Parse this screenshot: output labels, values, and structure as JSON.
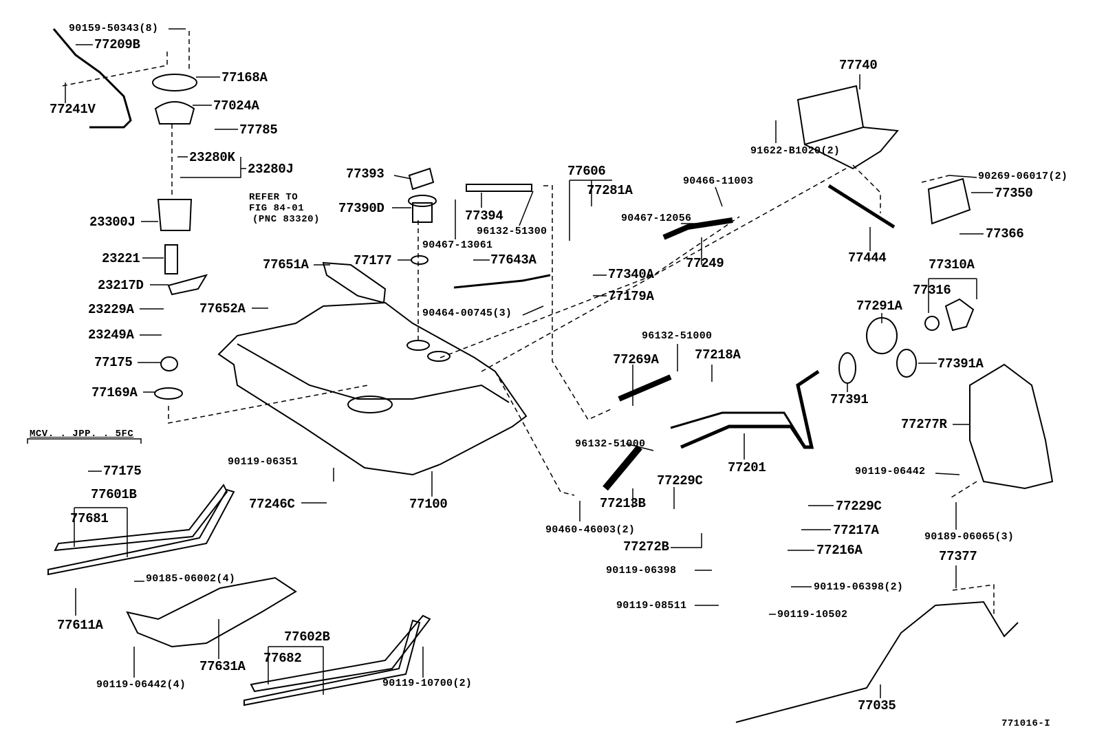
{
  "callouts": [
    {
      "text": "90159-50343(8)"
    },
    {
      "text": "77209B"
    },
    {
      "text": "77168A"
    },
    {
      "text": "77241V"
    },
    {
      "text": "77024A"
    },
    {
      "text": "77785"
    },
    {
      "text": "23280K"
    },
    {
      "text": "23280J"
    },
    {
      "text": "23300J"
    },
    {
      "text": "23221"
    },
    {
      "text": "23217D"
    },
    {
      "text": "23229A"
    },
    {
      "text": "23249A"
    },
    {
      "text": "77175"
    },
    {
      "text": "77169A"
    },
    {
      "text": "77175"
    },
    {
      "text": "77601B"
    },
    {
      "text": "77681"
    },
    {
      "text": "77611A"
    },
    {
      "text": "90185-06002(4)"
    },
    {
      "text": "77631A"
    },
    {
      "text": "90119-06442(4)"
    },
    {
      "text": "77602B"
    },
    {
      "text": "77682"
    },
    {
      "text": "90119-10700(2)"
    },
    {
      "text": "90119-06351"
    },
    {
      "text": "77246C"
    },
    {
      "text": "77100"
    },
    {
      "text": "77393"
    },
    {
      "text": "77390D"
    },
    {
      "text": "77394"
    },
    {
      "text": "96132-51300"
    },
    {
      "text": "90467-13061"
    },
    {
      "text": "77177"
    },
    {
      "text": "77643A"
    },
    {
      "text": "77651A"
    },
    {
      "text": "77652A"
    },
    {
      "text": "77606"
    },
    {
      "text": "77281A"
    },
    {
      "text": "90467-12056"
    },
    {
      "text": "90466-11003"
    },
    {
      "text": "77340A"
    },
    {
      "text": "77179A"
    },
    {
      "text": "90464-00745(3)"
    },
    {
      "text": "77249"
    },
    {
      "text": "96132-51000"
    },
    {
      "text": "77269A"
    },
    {
      "text": "77218A"
    },
    {
      "text": "96132-51000"
    },
    {
      "text": "77213B"
    },
    {
      "text": "77229C"
    },
    {
      "text": "90460-46003(2)"
    },
    {
      "text": "77272B"
    },
    {
      "text": "90119-06398"
    },
    {
      "text": "90119-08511"
    },
    {
      "text": "77201"
    },
    {
      "text": "77229C"
    },
    {
      "text": "77217A"
    },
    {
      "text": "77216A"
    },
    {
      "text": "90119-06398(2)"
    },
    {
      "text": "90119-10502"
    },
    {
      "text": "77740"
    },
    {
      "text": "91622-B1020(2)"
    },
    {
      "text": "90269-06017(2)"
    },
    {
      "text": "77350"
    },
    {
      "text": "77366"
    },
    {
      "text": "77444"
    },
    {
      "text": "77310A"
    },
    {
      "text": "77316"
    },
    {
      "text": "77291A"
    },
    {
      "text": "77391"
    },
    {
      "text": "77391A"
    },
    {
      "text": "77277R"
    },
    {
      "text": "90119-06442"
    },
    {
      "text": "90189-06065(3)"
    },
    {
      "text": "77377"
    },
    {
      "text": "77035"
    }
  ],
  "refer_note": {
    "line1": "REFER TO",
    "line2": "FIG 84-01",
    "line3": "(PNC 83320)"
  },
  "variant_note": "MCV. . JPP. . 5FC",
  "figure_id": "771016-I"
}
